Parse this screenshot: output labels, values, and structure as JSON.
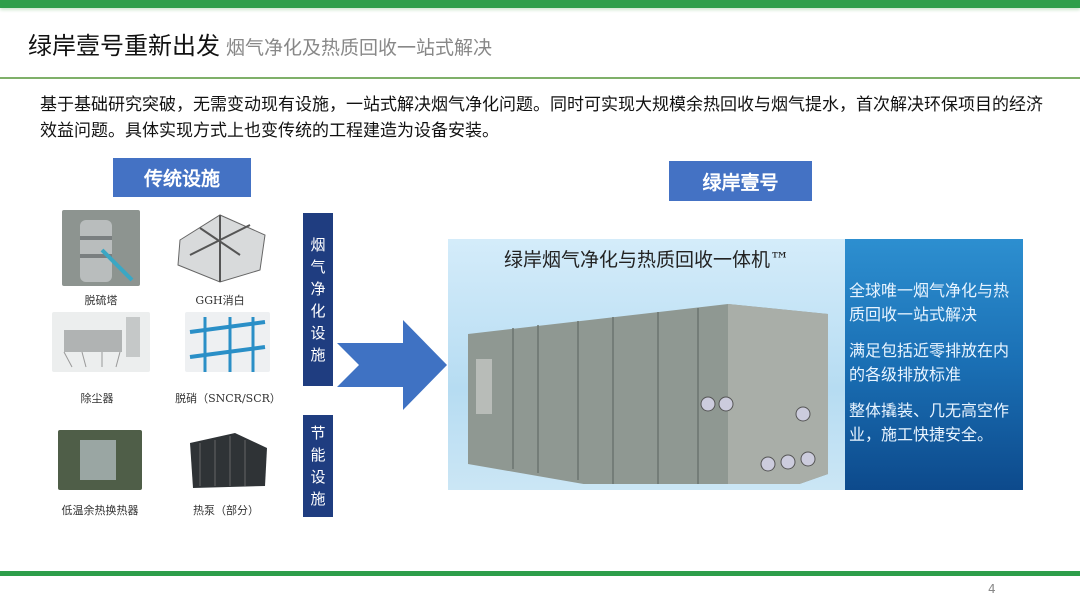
{
  "header": {
    "title": "绿岸壹号重新出发",
    "subtitle": "烟气净化及热质回收一站式解决"
  },
  "intro": "基于基础研究突破，无需变动现有设施，一站式解决烟气净化问题。同时可实现大规模余热回收与烟气提水，首次解决环保项目的经济效益问题。具体实现方式上也变传统的工程建造为设备安装。",
  "traditional": {
    "label": "传统设施",
    "items": [
      {
        "label": "脱硫塔"
      },
      {
        "label": "GGH消白"
      },
      {
        "label": "除尘器"
      },
      {
        "label": "脱硝（SNCR/SCR）"
      },
      {
        "label": "低温余热换热器"
      },
      {
        "label": "热泵（部分）"
      }
    ],
    "group1": "烟气净化设施",
    "group2": "节能设施"
  },
  "product": {
    "label": "绿岸壹号",
    "title": "绿岸烟气净化与热质回收一体机™",
    "points": [
      "全球唯一烟气净化与热质回收一站式解决",
      "满足包括近零排放在内的各级排放标准",
      "整体撬装、几无高空作业，施工快捷安全。"
    ]
  },
  "page_number": "4",
  "colors": {
    "green": "#2e9e4a",
    "blue": "#4472c4",
    "navy": "#1f3d80"
  }
}
